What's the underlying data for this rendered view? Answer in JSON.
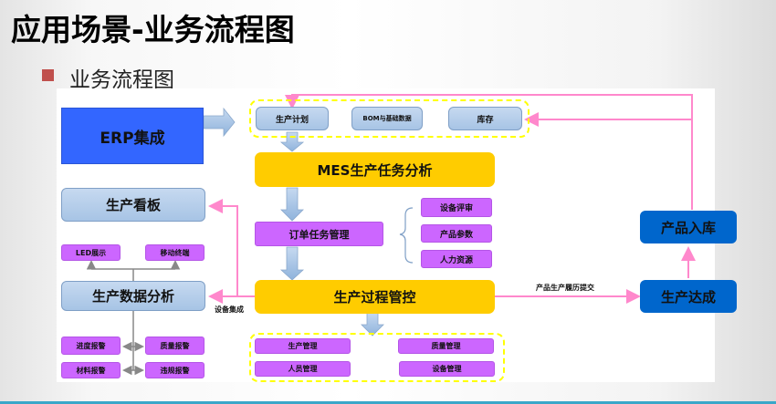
{
  "slide": {
    "title": "应用场景-业务流程图",
    "bullet_text": "业务流程图",
    "colors": {
      "bullet": "#c0504d",
      "erp_box": "#3366ff",
      "light_blue_box": "#a7c4e5",
      "core_box": "#ffcc00",
      "sub_box": "#cc66ff",
      "result_box": "#0066cc",
      "connector": "#ff88cc",
      "dashed_group": "#ffff00",
      "accent_bar": "#3aa7c9"
    }
  },
  "diagram": {
    "erp": "ERP集成",
    "plan_group": [
      "生产计划",
      "BOM与基础数据",
      "库存"
    ],
    "mes": "MES生产任务分析",
    "order_mgmt": "订单任务管理",
    "order_items": [
      "设备评审",
      "产品参数",
      "人力资源"
    ],
    "board": "生产看板",
    "analysis": "生产数据分析",
    "analysis_outputs": [
      "LED展示",
      "移动终端"
    ],
    "alarms": [
      "进度报警",
      "质量报警",
      "材料报警",
      "违规报警"
    ],
    "process_control": "生产过程管控",
    "control_group": [
      "生产管理",
      "质量管理",
      "人员管理",
      "设备管理"
    ],
    "device_integration_label": "设备集成",
    "history_label": "产品生产履历提交",
    "achieved": "生产达成",
    "warehouse": "产品入库"
  }
}
